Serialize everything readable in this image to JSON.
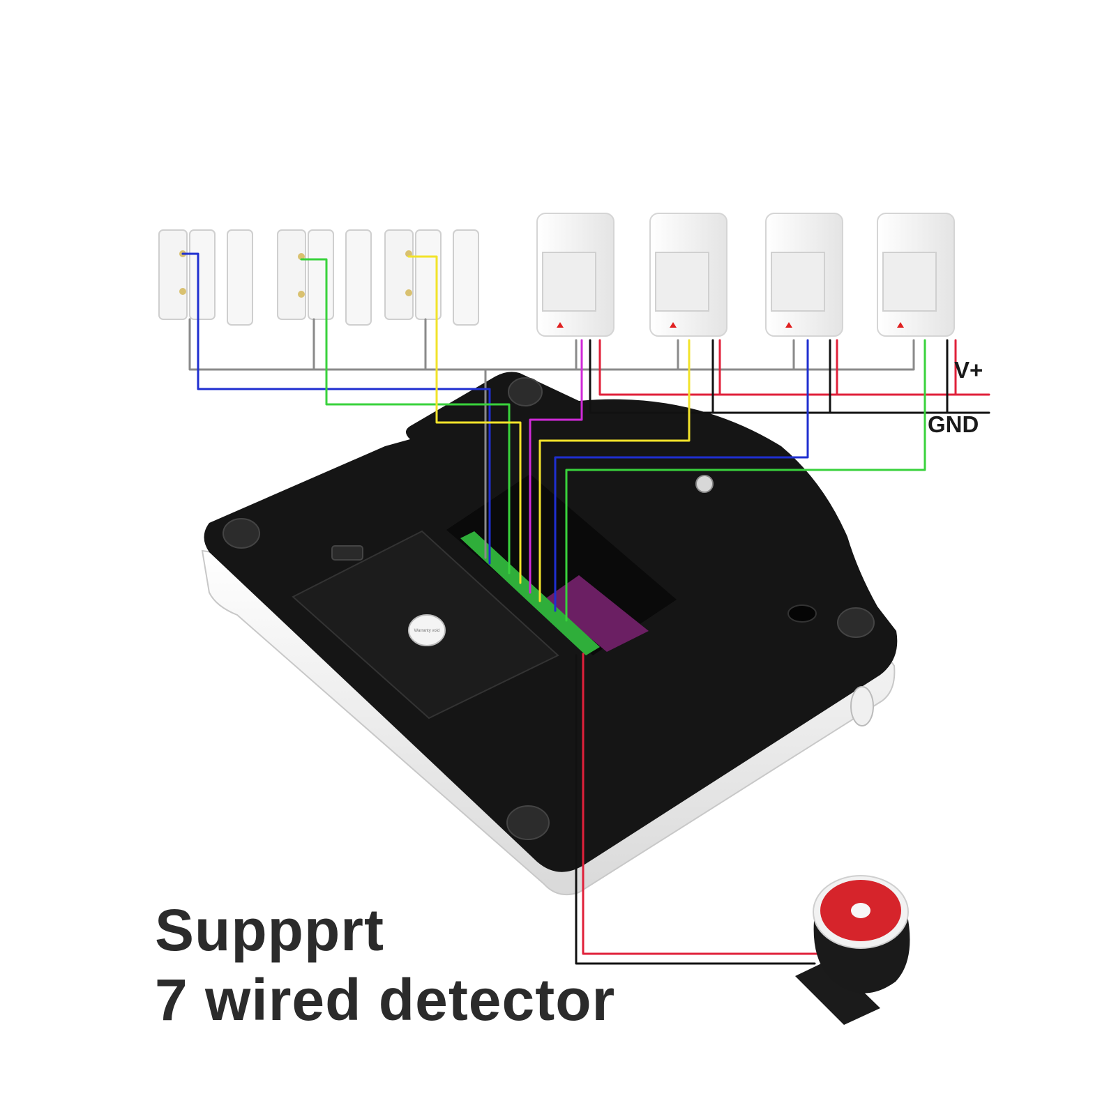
{
  "labels": {
    "vplus": "V+",
    "gnd": "GND"
  },
  "caption": {
    "line1": "Suppprt",
    "line2": "7 wired detector"
  },
  "colors": {
    "background": "#ffffff",
    "panel_body": "#141414",
    "panel_white_side": "#eeeeee",
    "pcb": "#6b1f63",
    "siren_red": "#d6242b",
    "wire_blue": "#1f2fd0",
    "wire_green": "#39d23c",
    "wire_yellow": "#f2e32a",
    "wire_magenta": "#d02ad8",
    "wire_gray": "#8a8a8a",
    "wire_red": "#e0203a",
    "wire_black": "#111111"
  },
  "components": {
    "door_contacts": 3,
    "pir_sensors": 4,
    "siren": 1
  },
  "device": {
    "sticker_text": "Warranty void"
  }
}
